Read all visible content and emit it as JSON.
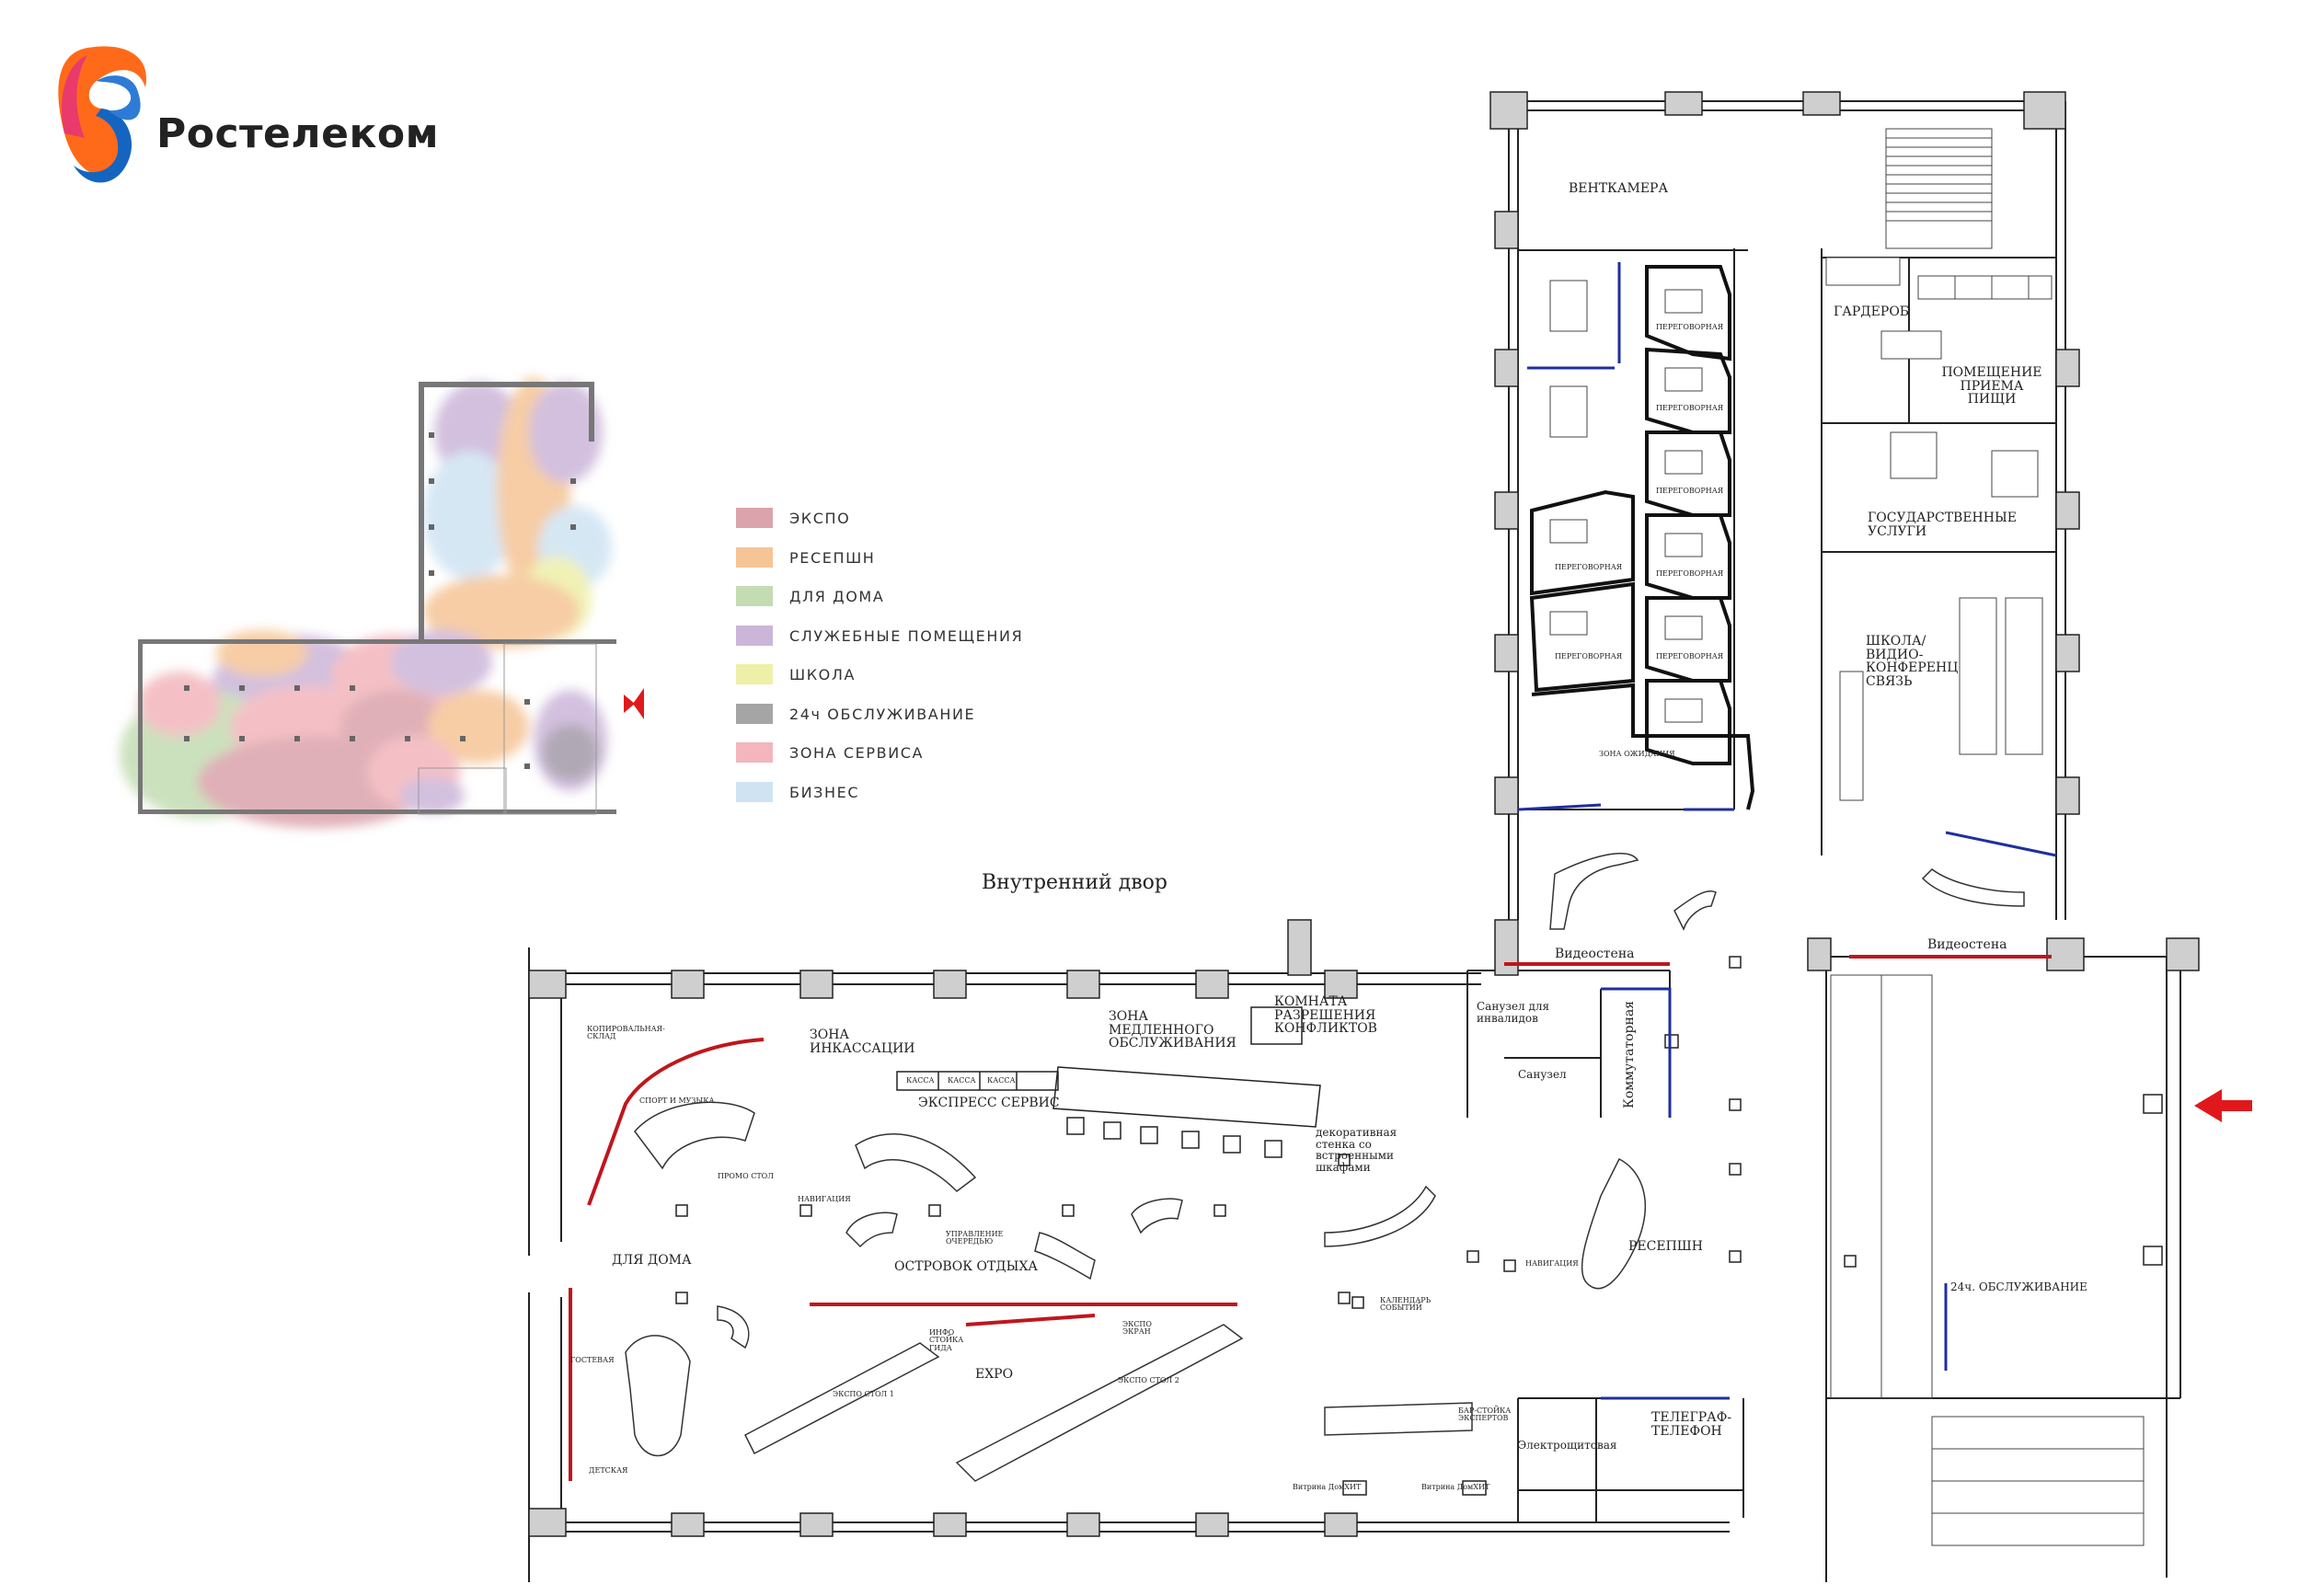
{
  "brand": {
    "name": "Ростелеком"
  },
  "legend": [
    {
      "label": "ЭКСПО",
      "color": "#dba3ac"
    },
    {
      "label": "РЕСЕПШН",
      "color": "#f5c596"
    },
    {
      "label": "ДЛЯ ДОМА",
      "color": "#c3dcb2"
    },
    {
      "label": "СЛУЖЕБНЫЕ ПОМЕЩЕНИЯ",
      "color": "#cbb6d9"
    },
    {
      "label": "ШКОЛА",
      "color": "#eef0a8"
    },
    {
      "label": "24ч ОБСЛУЖИВАНИЕ",
      "color": "#a5a5a5"
    },
    {
      "label": "ЗОНА СЕРВИСА",
      "color": "#f3b6bc"
    },
    {
      "label": "БИЗНЕС",
      "color": "#cfe3f3"
    }
  ],
  "labels": {
    "courtyard": "Внутренний двор",
    "ventkamera": "ВЕНТКАМЕРА",
    "garderob": "ГАРДЕРОБ",
    "food_room": "ПОМЕЩЕНИЕ ПРИЕМА ПИЩИ",
    "gov": "ГОСУДАРСТВЕННЫЕ УСЛУГИ",
    "school": "ШКОЛА/ ВИДИО- КОНФЕРЕНЦ СВЯЗЬ",
    "waiting": "ЗОНА ОЖИДАНИЯ",
    "meeting": "ПЕРЕГОВОРНАЯ",
    "video1": "Видеостена",
    "video2": "Видеостена",
    "toilet_disabled": "Санузел для инвалидов",
    "toilet": "Санузел",
    "switch": "Коммутаторная",
    "reception": "РЕСЕПШН",
    "navigation": "НАВИГАЦИЯ",
    "service24": "24ч. ОБСЛУЖИВАНИЕ",
    "telegraph": "ТЕЛЕГРАФ-ТЕЛЕФОН",
    "electro": "Электрощитовая",
    "cash_zone": "ЗОНА ИНКАССАЦИИ",
    "slow_service": "ЗОНА МЕДЛЕННОГО ОБСЛУЖИВАНИЯ",
    "conflict_room": "КОМНАТА РАЗРЕШЕНИЯ КОНФЛИКТОВ",
    "express": "ЭКСПРЕСС СЕРВИС",
    "kassa": "КАССА",
    "deco_wall": "декоративная стенка со встроенными шкафами",
    "copy_room": "КОПИРОВАЛЬНАЯ- СКЛАД",
    "sport_music": "СПОРТ И МУЗЫКА",
    "promo": "ПРОМО СТОЛ",
    "navig": "НАВИГАЦИЯ",
    "queue": "УПРАВЛЕНИЕ ОЧЕРЕДЬЮ",
    "rest_island": "ОСТРОВОК ОТДЫХА",
    "for_home": "ДЛЯ ДОМА",
    "calendar": "КАЛЕНДАРЬ СОБЫТИЙ",
    "expo": "EXPO",
    "expo_t1": "ЭКСПО СТОЛ 1",
    "expo_t2": "ЭКСПО СТОЛ 2",
    "expo_screen": "ЭКСПО ЭКРАН",
    "info_desk": "ИНФО СТОЙКА ГИДА",
    "bar": "БАР-СТОЙКА ЭКСПЕРТОВ",
    "vitrine1": "Витрина ДомХИТ",
    "vitrine2": "Витрина ДомХИТ",
    "kids": "ДЕТСКАЯ",
    "guest": "ГОСТЕВАЯ"
  }
}
